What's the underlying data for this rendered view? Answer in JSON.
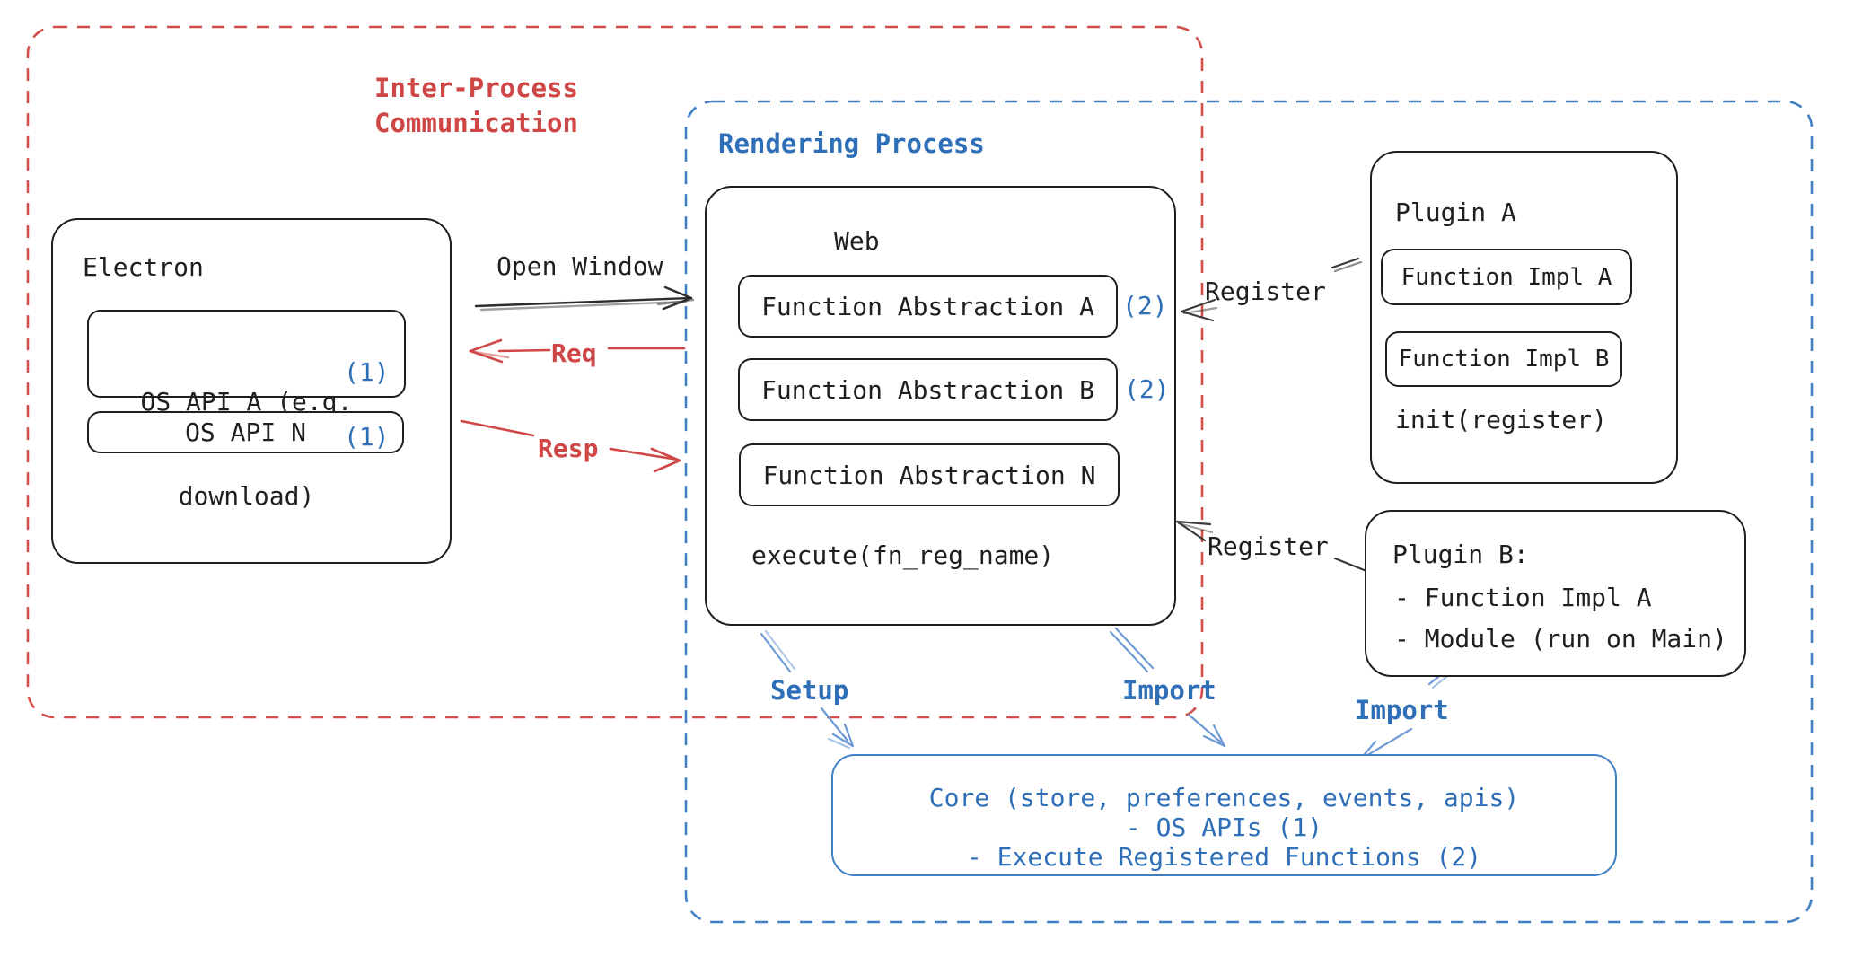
{
  "colors": {
    "red": "#cf4646",
    "blue": "#2e6fb8",
    "blue_arrow": "#6e9bd6",
    "ink": "#1f1f1f"
  },
  "ipc_region": {
    "line1": "Inter-Process",
    "line2": "Communication"
  },
  "rendering_region": {
    "label": "Rendering Process"
  },
  "electron": {
    "title": "Electron",
    "os_api_a": {
      "line1": "OS API A (e.g.",
      "line2": "download)",
      "badge": "(1)"
    },
    "os_api_n": {
      "label": "OS API N",
      "badge": "(1)"
    }
  },
  "connectors": {
    "open_window": "Open Window",
    "req": "Req",
    "resp": "Resp",
    "register_top": "Register",
    "register_bottom": "Register",
    "setup": "Setup",
    "import_web": "Import",
    "import_plugin": "Import"
  },
  "web": {
    "title": "Web",
    "fn_a": {
      "label": "Function Abstraction A",
      "badge": "(2)"
    },
    "fn_b": {
      "label": "Function Abstraction B",
      "badge": "(2)"
    },
    "fn_n": {
      "label": "Function Abstraction N"
    },
    "execute": "execute(fn_reg_name)"
  },
  "plugin_a": {
    "title": "Plugin A",
    "impl_a": "Function Impl A",
    "impl_b": "Function Impl B",
    "init": "init(register)"
  },
  "plugin_b": {
    "title": "Plugin B:",
    "item1": "- Function Impl A",
    "item2": "- Module (run on Main)"
  },
  "core": {
    "line1": "Core (store, preferences, events, apis)",
    "line2": "- OS APIs (1)",
    "line3": "- Execute Registered Functions (2)"
  }
}
